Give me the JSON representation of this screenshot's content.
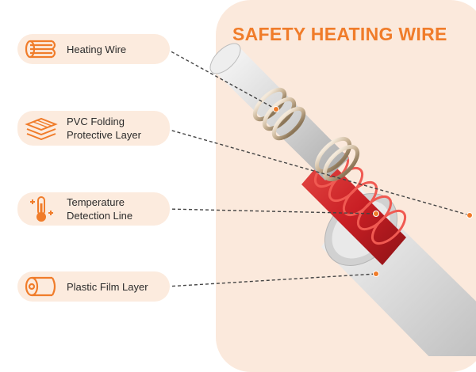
{
  "title": "SAFETY HEATING WIRE",
  "colors": {
    "accent": "#f07c2a",
    "panel_bg": "#fbe9dc",
    "label_bg": "#fcebde",
    "insulation_red": "#d8262a",
    "coil_metal": "#d9c7b0",
    "sheath": "#e3e3e3"
  },
  "labels": [
    {
      "text": "Heating Wire",
      "icon": "wire-bundle-icon"
    },
    {
      "text": "PVC Folding\nProtective Layer",
      "icon": "folded-layers-icon"
    },
    {
      "text": "Temperature\nDetection Line",
      "icon": "thermometer-icon"
    },
    {
      "text": "Plastic Film Layer",
      "icon": "film-roll-icon"
    }
  ]
}
